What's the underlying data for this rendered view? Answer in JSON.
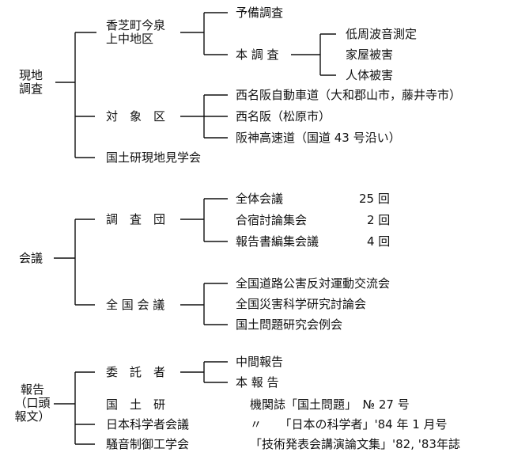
{
  "survey": {
    "root": "現地\n調査",
    "area": "香芝町今泉\n上中地区",
    "prelim": "予備調査",
    "main": "本 調 査",
    "low_freq": "低周波音測定",
    "house": "家屋被害",
    "human": "人体被害",
    "target": "対　象　区",
    "nishi_jidosha": "西名阪自動車道（大和郡山市，藤井寺市）",
    "nishi_matsubara": "西名阪（松原市）",
    "hanshin": "阪神高速道（国道 43 号沿い）",
    "kokudoken": "国土研現地見学会"
  },
  "meeting": {
    "root": "会議",
    "team": "調　査　団",
    "plenary": "全体会議",
    "plenary_count": "25 回",
    "camp": "合宿討論集会",
    "camp_count": "2 回",
    "report_edit": "報告書編集会議",
    "report_edit_count": "4 回",
    "national": "全 国 会 議",
    "road_pollution": "全国道路公害反対運動交流会",
    "disaster_science": "全国災害科学研究討論会",
    "land_issues": "国土問題研究会例会"
  },
  "report": {
    "root": "報告\n（口頭\n報文）",
    "trustee": "委　託　者",
    "interim": "中間報告",
    "final": "本 報 告",
    "kokudoken": "国　土　研",
    "kokudoken_pub": "機関誌「国土問題」　№ 27 号",
    "scj": "日本科学者会議",
    "scj_pub": "〃　　「日本の科学者」'84 年 1 月号",
    "noise": "騒音制御工学会",
    "noise_pub": "「技術発表会講演論文集」'82, '83年誌"
  }
}
